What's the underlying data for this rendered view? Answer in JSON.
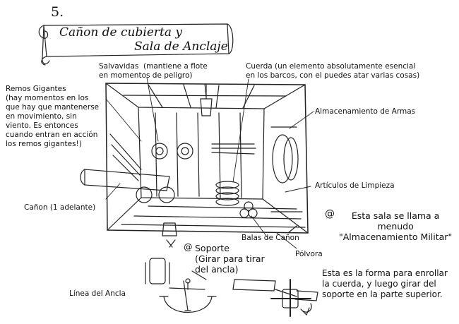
{
  "page": {
    "number": "5.",
    "title_line1": "Cañon de cubierta y",
    "title_line2": "Sala de Anclaje"
  },
  "labels": {
    "salvavidas": "Salvavidas  (mantiene a flote\nen momentos de peligro)",
    "cuerda": "Cuerda (un elemento absolutamente esencial\nen los barcos, con el puedes atar varias cosas)",
    "remos": "Remos Gigantes\n(hay momentos en los\nque hay que mantenerse\nen movimiento, sin\nviento. Es entonces\ncuando entran en acción\nlos remos gigantes!)",
    "almacenamiento_armas": "Almacenamiento de Armas",
    "articulos_limpieza": "Artículos de Limpieza",
    "canon": "Cañon (1 adelante)",
    "sala_nombre": "Esta sala se llama a\nmenudo\n\"Almacenamiento Militar\"",
    "balas": "Balas de Cañon",
    "soporte": "Soporte\n(Girar para tirar\ndel ancla)",
    "polvora": "Pólvora",
    "linea_ancla": "Línea del Ancla",
    "enrollar": "Esta es la forma para enrollar\nla cuerda, y luego girar del\nsoporte en la parte superior."
  },
  "icons": {
    "spiral_marker": "spiral-icon"
  }
}
